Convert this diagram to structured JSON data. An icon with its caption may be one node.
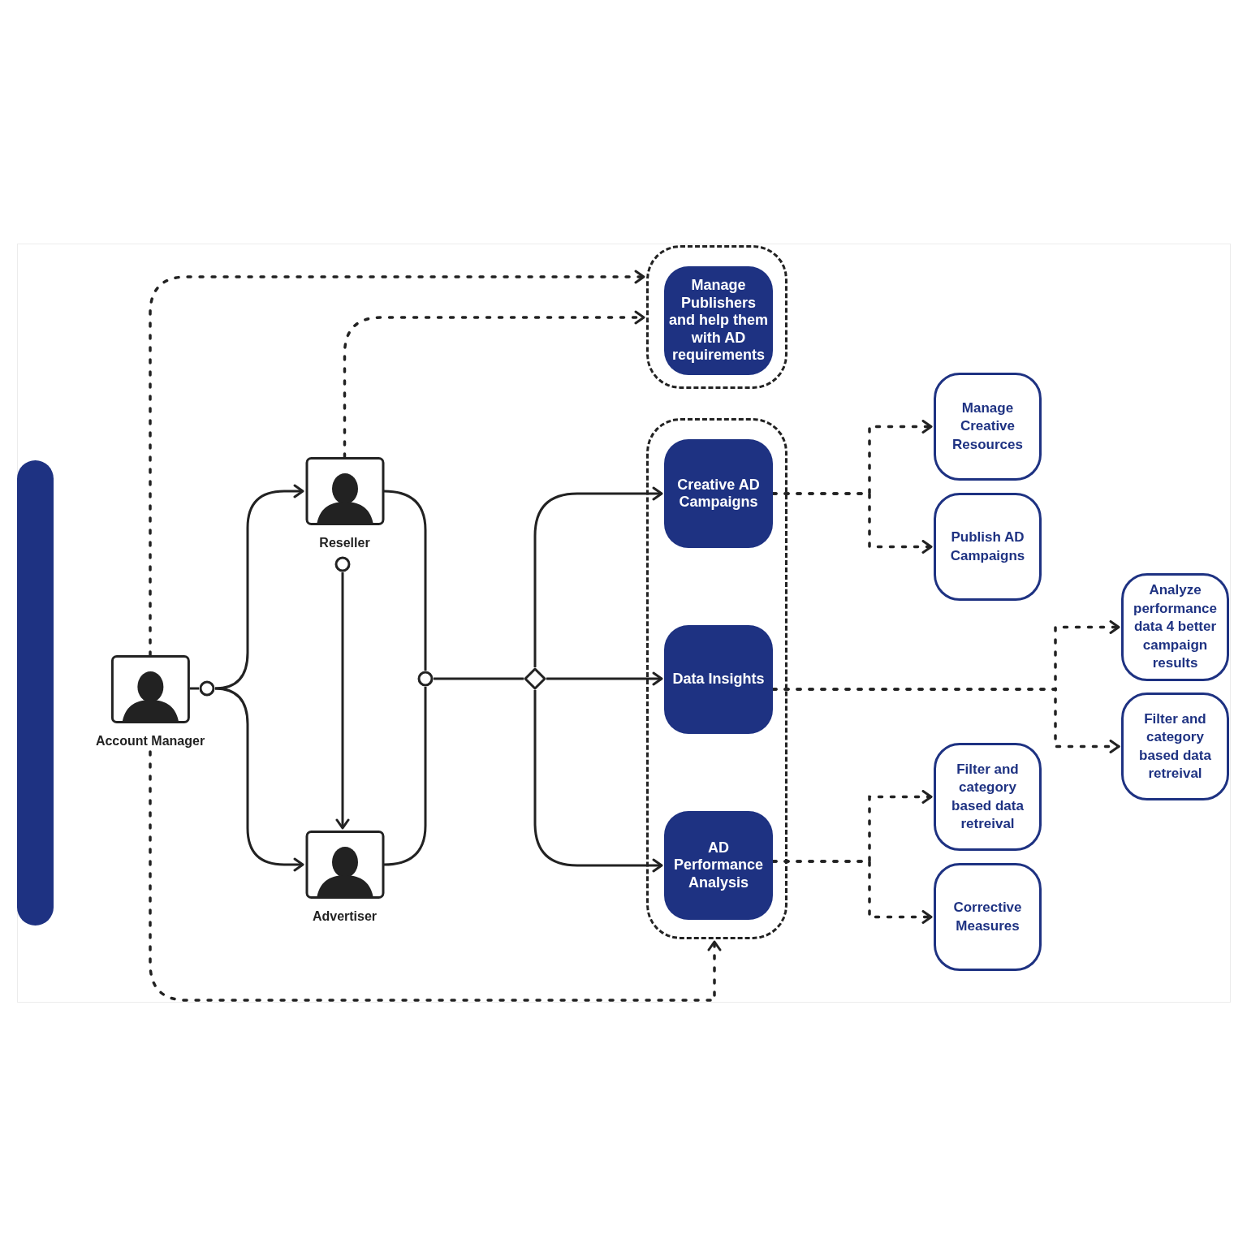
{
  "diagram": {
    "nodes": [
      {
        "text": [],
        "shape": "bar"
      },
      {
        "text": [
          "Account Manager"
        ]
      },
      {
        "text": [
          "Reseller"
        ]
      },
      {
        "text": [
          "Advertiser"
        ]
      },
      {
        "text": [],
        "shape": "box"
      },
      {
        "text": [
          "Manage Publishers and help them with AD requirements"
        ],
        "in": 4
      },
      {
        "text": [],
        "shape": "box"
      },
      {
        "text": [
          "Creative AD Campaigns"
        ],
        "in": 6
      },
      {
        "text": [
          "Data Insights"
        ],
        "in": 6
      },
      {
        "text": [
          "AD Performance Analysis"
        ],
        "in": 6
      },
      {
        "text": [
          "Manage Creative Resources"
        ]
      },
      {
        "text": [
          "Publish AD Campaigns"
        ]
      },
      {
        "text": [
          "Analyze performance data 4 better campaign results"
        ]
      },
      {
        "text": [
          "Filter and category based data retreival"
        ]
      },
      {
        "text": [
          "Filter and category based data retreival"
        ]
      },
      {
        "text": [
          "Corrective Measures"
        ]
      },
      {
        "text": [],
        "shape": "circle"
      },
      {
        "text": [],
        "shape": "circle"
      },
      {
        "text": [],
        "shape": "circle"
      },
      {
        "text": [],
        "shape": "diamond"
      }
    ],
    "edges": [
      {
        "from": 1,
        "to": 4,
        "arrow": "to",
        "style": "dashed"
      },
      {
        "from": 2,
        "to": 4,
        "arrow": "to",
        "style": "dashed"
      },
      {
        "from": 1,
        "to": 6,
        "arrow": "to",
        "style": "dashed"
      },
      {
        "from": 1,
        "to": 16,
        "arrow": "none"
      },
      {
        "from": 16,
        "to": 2,
        "arrow": "to"
      },
      {
        "from": 16,
        "to": 3,
        "arrow": "to"
      },
      {
        "from": 17,
        "to": 3,
        "arrow": "to"
      },
      {
        "from": 2,
        "to": 18,
        "arrow": "none"
      },
      {
        "from": 3,
        "to": 18,
        "arrow": "none"
      },
      {
        "from": 18,
        "to": 19,
        "arrow": "none"
      },
      {
        "from": 19,
        "to": 7,
        "arrow": "to"
      },
      {
        "from": 19,
        "to": 8,
        "arrow": "to"
      },
      {
        "from": 19,
        "to": 9,
        "arrow": "to"
      },
      {
        "from": 7,
        "to": 10,
        "arrow": "to",
        "style": "dashed"
      },
      {
        "from": 7,
        "to": 11,
        "arrow": "to",
        "style": "dashed"
      },
      {
        "from": 8,
        "to": 12,
        "arrow": "to",
        "style": "dashed"
      },
      {
        "from": 8,
        "to": 13,
        "arrow": "to",
        "style": "dashed"
      },
      {
        "from": 9,
        "to": 14,
        "arrow": "to",
        "style": "dashed"
      },
      {
        "from": 9,
        "to": 15,
        "arrow": "to",
        "style": "dashed"
      }
    ]
  }
}
